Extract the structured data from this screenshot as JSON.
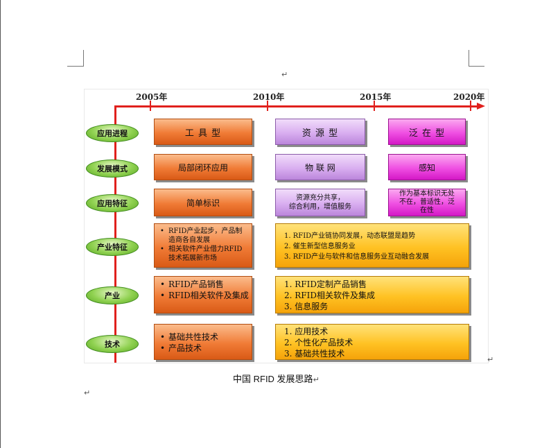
{
  "document": {
    "caption": "中国 RFID 发展思路",
    "paragraph_mark": "↵"
  },
  "timeline": {
    "years": [
      "2005年",
      "2010年",
      "2015年",
      "2020年"
    ]
  },
  "rows": [
    {
      "label": "应用进程",
      "cells": [
        "工 具 型",
        "资 源 型",
        "泛 在 型"
      ]
    },
    {
      "label": "发展模式",
      "cells": [
        "局部闭环应用",
        "物 联 网",
        "感知"
      ]
    },
    {
      "label": "应用特征",
      "cells": [
        "简单标识",
        "资源充分共享，\n综合利用，增值服务",
        "作为基本标识无处\n不在，普适性，泛\n在性"
      ]
    },
    {
      "label": "产业特征",
      "left_items": [
        "RFID产业起步，产品制造商各自发展",
        "相关软件产业借力RFID技术拓展新市场"
      ],
      "right_items": [
        "1. RFID产业链协同发展，动态联盟是趋势",
        "2. 催生新型信息服务业",
        "3. RFID产业与软件和信息服务业互动融合发展"
      ]
    },
    {
      "label": "产业",
      "left_items": [
        "RFID产品销售",
        "RFID相关软件及集成"
      ],
      "right_items": [
        "1. RFID定制产品销售",
        "2. RFID相关软件及集成",
        "3. 信息服务"
      ]
    },
    {
      "label": "技术",
      "left_items": [
        "基础共性技术",
        "产品技术"
      ],
      "right_items": [
        "1. 应用技术",
        "2. 个性化产品技术",
        "3. 基础共性技术"
      ]
    }
  ],
  "colors": {
    "axis": "#e0201c",
    "stage1": "#f07b36",
    "stage2": "#d9aef0",
    "stage3": "#ef4fe2",
    "combined": "#ffc223",
    "oval": "#8fd150"
  }
}
